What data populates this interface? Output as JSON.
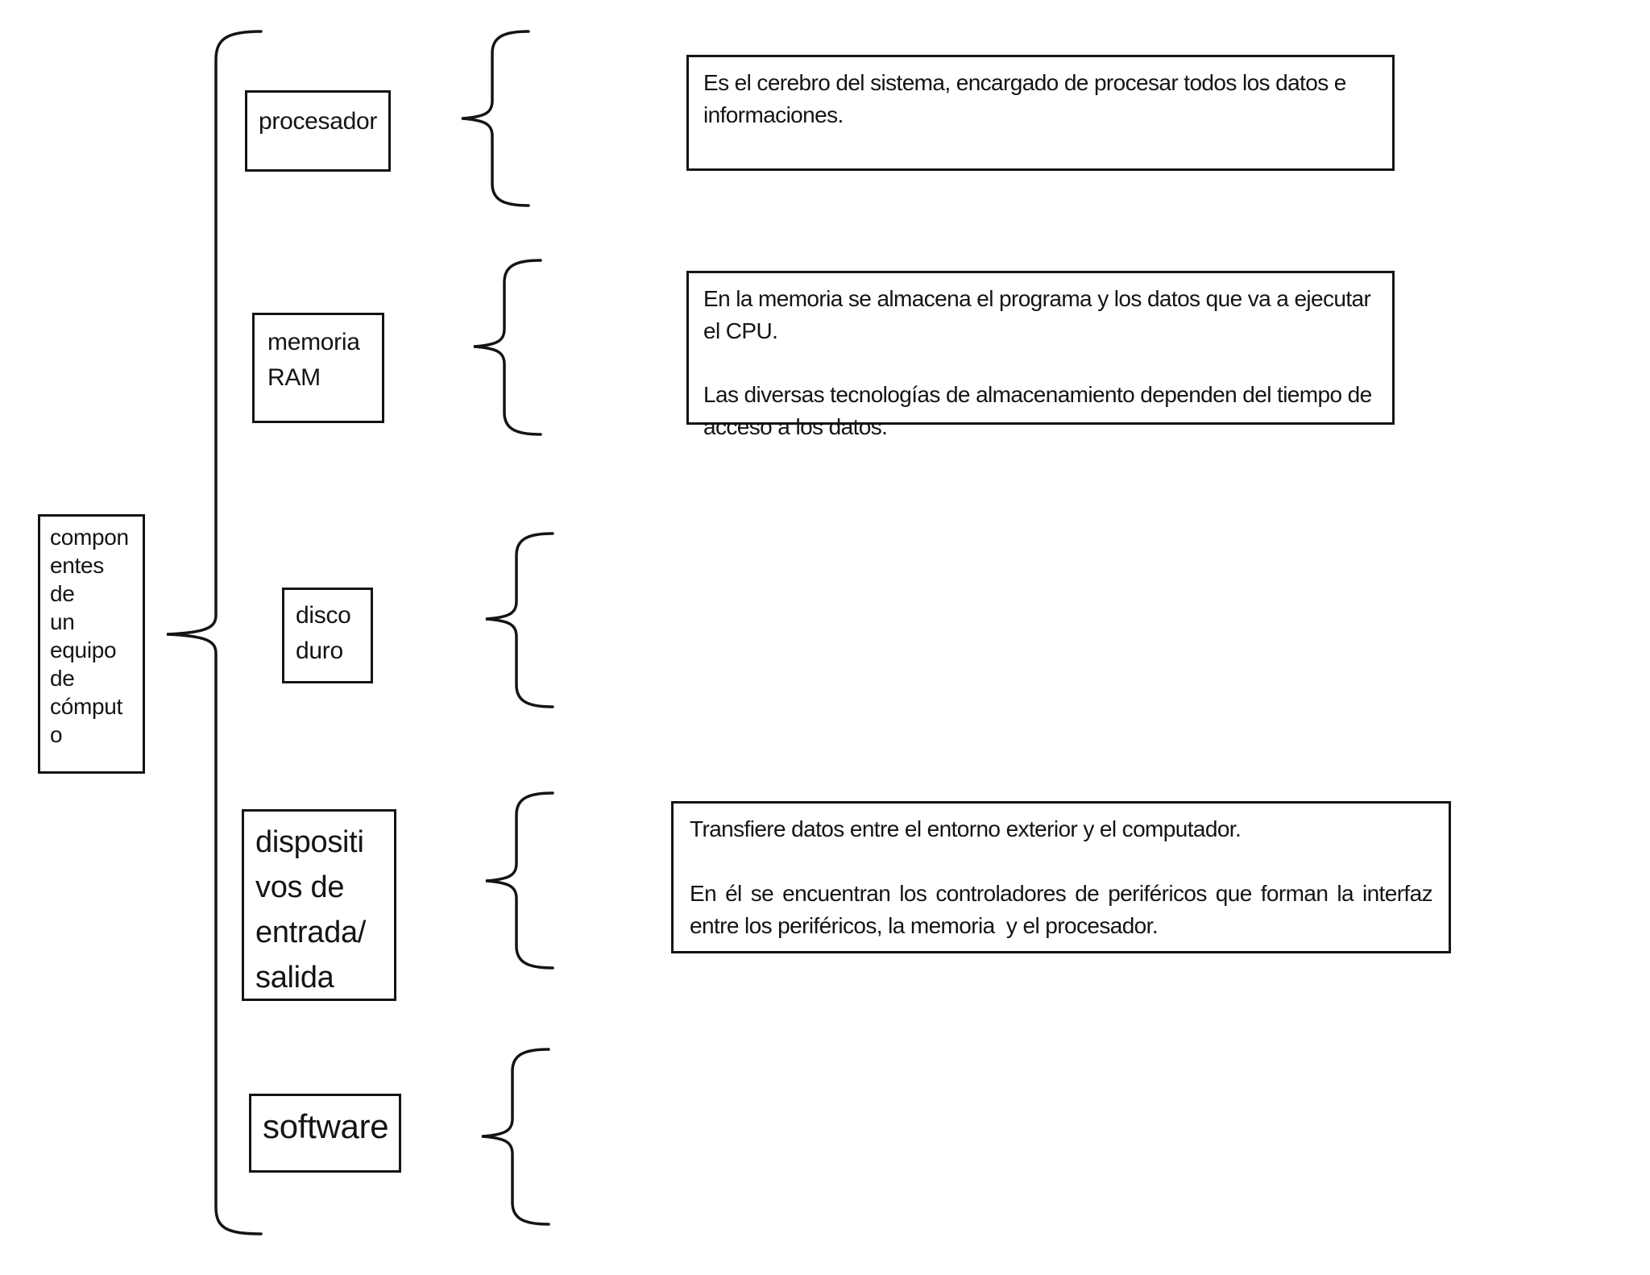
{
  "diagram": {
    "title": "componentes de un equipo de cómputo",
    "colors": {
      "stroke": "#141414",
      "background": "#ffffff",
      "text": "#141414"
    },
    "root": {
      "label": "componentes de un equipo de cómputo",
      "label_wrapped": "compon\nentes de\nun\nequipo\nde\ncómput\no"
    },
    "branches": [
      {
        "id": "procesador",
        "label": "procesador",
        "label_wrapped": "procesador",
        "description": "Es el cerebro del sistema, encargado de procesar todos los datos e informaciones.",
        "description2": ""
      },
      {
        "id": "memoria-ram",
        "label": "memoria RAM",
        "label_wrapped": "memoria\nRAM",
        "description": "En la memoria se almacena el programa y los datos que va a ejecutar el CPU.",
        "description2": "Las diversas tecnologías de almacenamiento dependen del tiempo de acceso a los datos."
      },
      {
        "id": "disco-duro",
        "label": "disco duro",
        "label_wrapped": "disco\nduro",
        "description": "",
        "description2": ""
      },
      {
        "id": "dispositivos-entrada-salida",
        "label": "dispositivos de entrada/salida",
        "label_wrapped": "dispositi\nvos de\nentrada/\nsalida",
        "description": "Transfiere datos entre el entorno exterior y el computador.",
        "description2": "En él se encuentran los controladores de periféricos que forman la interfaz entre los periféricos, la memoria  y el procesador."
      },
      {
        "id": "software",
        "label": "software",
        "label_wrapped": "software",
        "description": "",
        "description2": ""
      }
    ]
  }
}
